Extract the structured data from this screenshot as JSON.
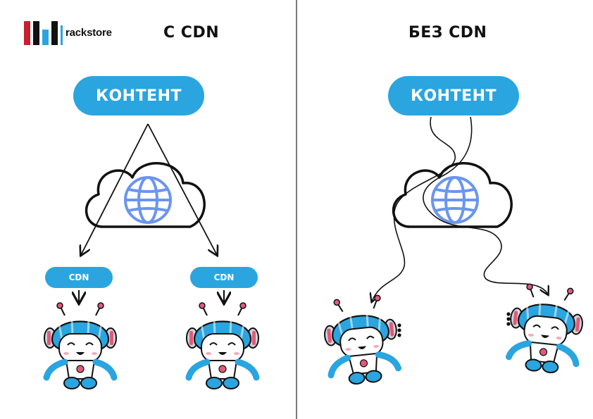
{
  "logo": {
    "text": "rackstore"
  },
  "panels": {
    "left": {
      "heading": "С CDN",
      "content_label": "КОНТЕНТ",
      "cdn_nodes": [
        {
          "label": "CDN"
        },
        {
          "label": "CDN"
        }
      ]
    },
    "right": {
      "heading": "БЕЗ CDN",
      "content_label": "КОНТЕНТ"
    }
  },
  "colors": {
    "accent": "#2aa5e0",
    "globe": "#6b95ee",
    "outline": "#111111",
    "robot_antenna": "#e05a7a"
  },
  "icons": [
    "cloud-icon",
    "globe-icon",
    "robot-icon",
    "arrow-icon",
    "logo-icon"
  ]
}
